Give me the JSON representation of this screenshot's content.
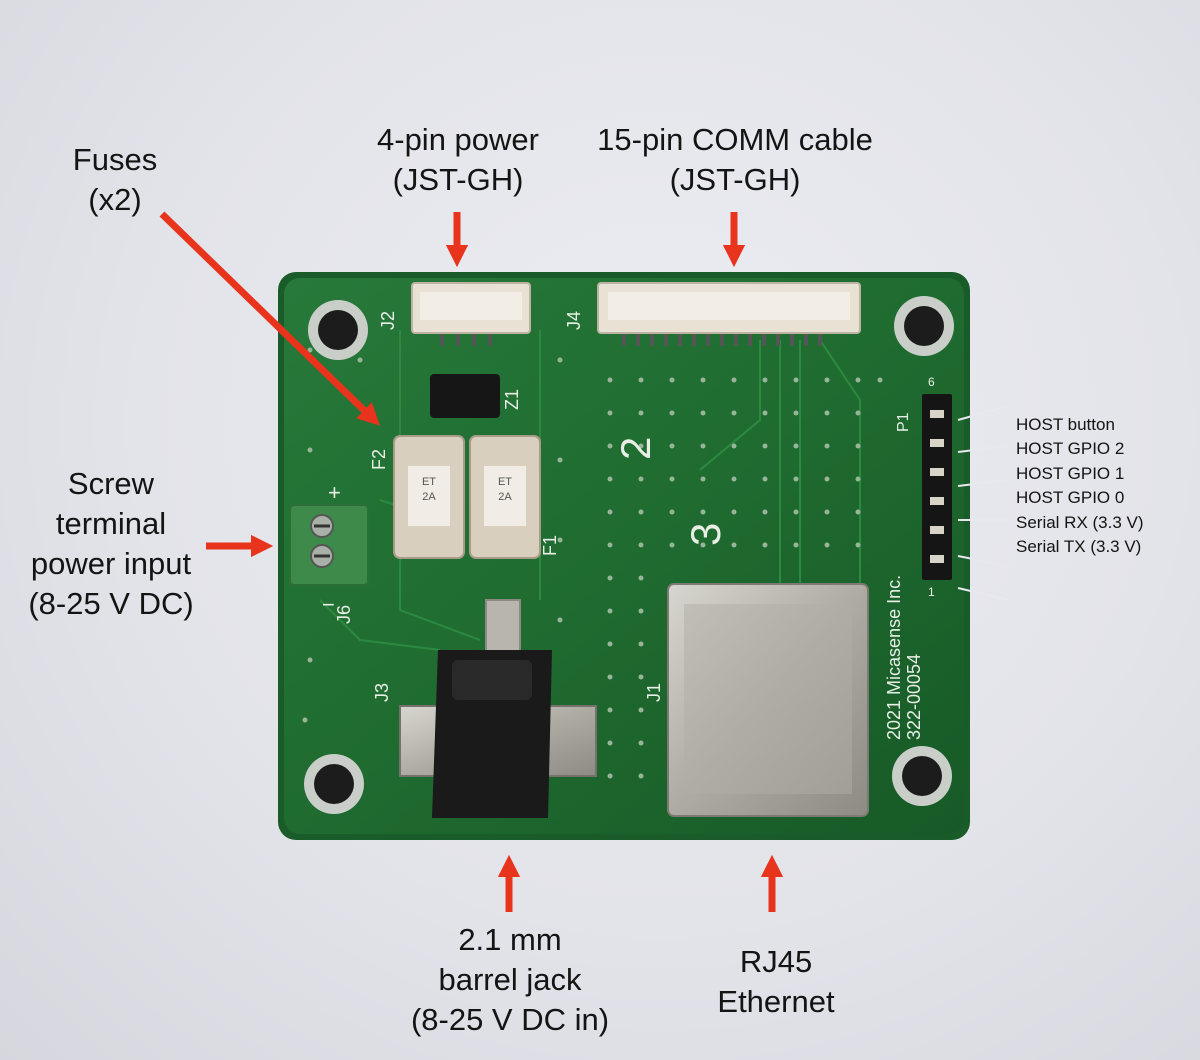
{
  "labels": {
    "fuses": "Fuses\n(x2)",
    "power4": "4-pin power\n(JST-GH)",
    "comm15": "15-pin COMM cable\n(JST-GH)",
    "screw": "Screw\nterminal\npower input\n(8-25 V DC)",
    "barrel": "2.1 mm\nbarrel jack\n(8-25 V DC in)",
    "rj45": "RJ45\nEthernet"
  },
  "pins": [
    "HOST button",
    "HOST GPIO 2",
    "HOST GPIO 1",
    "HOST GPIO 0",
    "Serial RX (3.3 V)",
    "Serial TX  (3.3 V)"
  ],
  "silkscreen": {
    "j2": "J2",
    "j4": "J4",
    "z1": "Z1",
    "f2": "F2",
    "f1": "F1",
    "j6": "J6",
    "j3": "J3",
    "j1": "J1",
    "p1": "P1",
    "plus": "+",
    "minus": "−",
    "pin6": "6",
    "pin1": "1",
    "digit2": "2",
    "digit3": "3",
    "brand": "2021 Micasense Inc.",
    "part": "322-00054",
    "fuse_mark": "ET\n2A"
  },
  "colors": {
    "pcb": "#1f6b30",
    "arrow": "#e8341c",
    "connector": "#e9e1d4",
    "terminal": "#3d8a4a",
    "metal": "#b9b6ae",
    "jack": "#1a1a1a"
  }
}
